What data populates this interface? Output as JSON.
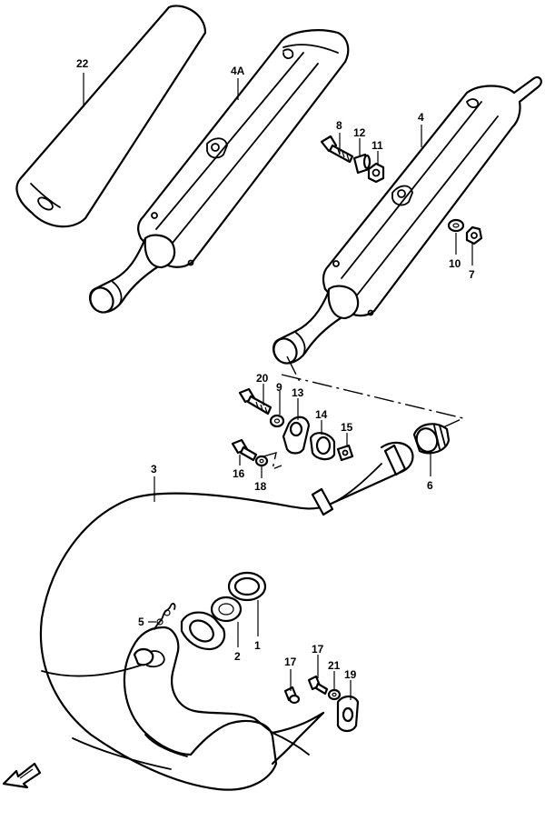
{
  "diagram": {
    "callouts": [
      {
        "id": "c22",
        "label": "22"
      },
      {
        "id": "c4a",
        "label": "4A"
      },
      {
        "id": "c4",
        "label": "4"
      },
      {
        "id": "c8",
        "label": "8"
      },
      {
        "id": "c12",
        "label": "12"
      },
      {
        "id": "c11",
        "label": "11"
      },
      {
        "id": "c10",
        "label": "10"
      },
      {
        "id": "c7",
        "label": "7"
      },
      {
        "id": "c20",
        "label": "20"
      },
      {
        "id": "c9",
        "label": "9"
      },
      {
        "id": "c13",
        "label": "13"
      },
      {
        "id": "c14",
        "label": "14"
      },
      {
        "id": "c15",
        "label": "15"
      },
      {
        "id": "c16",
        "label": "16"
      },
      {
        "id": "c18",
        "label": "18"
      },
      {
        "id": "c6",
        "label": "6"
      },
      {
        "id": "c3",
        "label": "3"
      },
      {
        "id": "c5",
        "label": "5"
      },
      {
        "id": "c2",
        "label": "2"
      },
      {
        "id": "c1",
        "label": "1"
      },
      {
        "id": "c17a",
        "label": "17"
      },
      {
        "id": "c17b",
        "label": "17"
      },
      {
        "id": "c21",
        "label": "21"
      },
      {
        "id": "c19",
        "label": "19"
      }
    ]
  }
}
